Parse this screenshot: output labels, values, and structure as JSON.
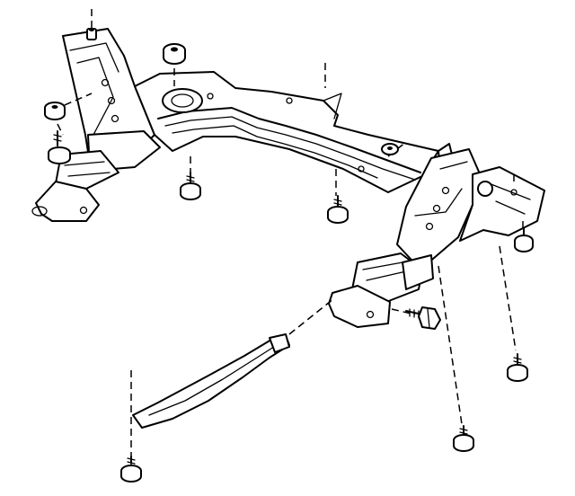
{
  "diagram": {
    "kind": "exploded-view line drawing",
    "parts": [
      "front-crossmember",
      "left-frame-rail",
      "right-frame-rail",
      "transmission-support-brace",
      "mounting-bolt",
      "mounting-nut",
      "insulator-bolt"
    ],
    "colors": {
      "ink": "#000000",
      "paper": "#ffffff"
    }
  }
}
